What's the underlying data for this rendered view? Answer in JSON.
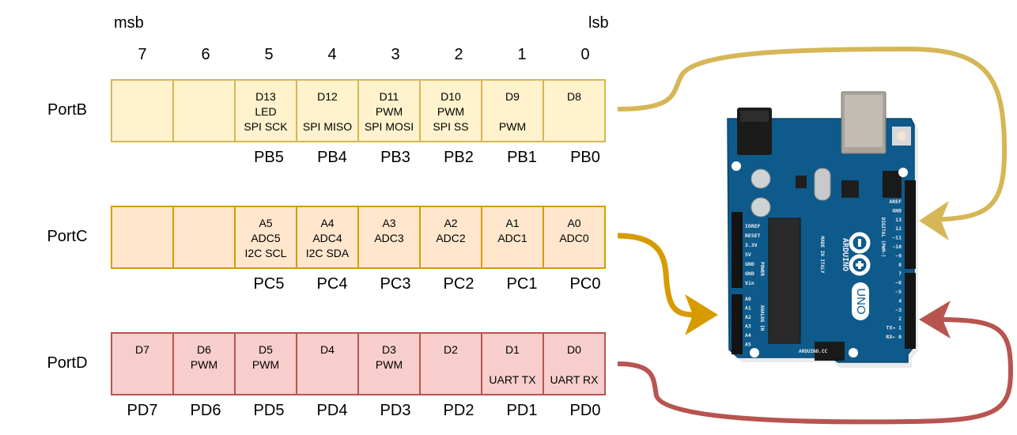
{
  "header": {
    "msb": "msb",
    "lsb": "lsb",
    "bits": [
      "7",
      "6",
      "5",
      "4",
      "3",
      "2",
      "1",
      "0"
    ]
  },
  "ports": [
    {
      "name": "PortB",
      "fill": "#fff2cc",
      "stroke": "#d6b656",
      "cells": [
        [],
        [],
        [
          "D13",
          "LED",
          "SPI SCK"
        ],
        [
          "D12",
          "",
          "SPI MISO"
        ],
        [
          "D11",
          "PWM",
          "SPI MOSI"
        ],
        [
          "D10",
          "PWM",
          "SPI SS"
        ],
        [
          "D9",
          "",
          "PWM"
        ],
        [
          "D8"
        ]
      ],
      "pins": [
        "",
        "",
        "PB5",
        "PB4",
        "PB3",
        "PB2",
        "PB1",
        "PB0"
      ]
    },
    {
      "name": "PortC",
      "fill": "#ffe6cc",
      "stroke": "#d79b00",
      "cells": [
        [],
        [],
        [
          "A5",
          "ADC5",
          "I2C SCL"
        ],
        [
          "A4",
          "ADC4",
          "I2C SDA"
        ],
        [
          "A3",
          "ADC3"
        ],
        [
          "A2",
          "ADC2"
        ],
        [
          "A1",
          "ADC1"
        ],
        [
          "A0",
          "ADC0"
        ]
      ],
      "pins": [
        "",
        "",
        "PC5",
        "PC4",
        "PC3",
        "PC2",
        "PC1",
        "PC0"
      ]
    },
    {
      "name": "PortD",
      "fill": "#f8cecc",
      "stroke": "#b85450",
      "cells": [
        [
          "D7"
        ],
        [
          "D6",
          "PWM"
        ],
        [
          "D5",
          "PWM"
        ],
        [
          "D4"
        ],
        [
          "D3",
          "PWM"
        ],
        [
          "D2"
        ],
        [
          "D1",
          "",
          "UART TX"
        ],
        [
          "D0",
          "",
          "UART RX"
        ]
      ],
      "pins": [
        "PD7",
        "PD6",
        "PD5",
        "PD4",
        "PD3",
        "PD2",
        "PD1",
        "PD0"
      ]
    }
  ],
  "board": {
    "name": "Arduino UNO",
    "brand": "ARDUINO",
    "model": "UNO",
    "site": "ARDUINO.CC",
    "made_in": "MADE IN ITALY",
    "digital_label": "DIGITAL (PWM~)",
    "power_label": "POWER",
    "analog_label": "ANALOG IN",
    "power_pins": [
      "IOREF",
      "RESET",
      "3.3V",
      "5V",
      "GND",
      "GND",
      "Vin"
    ],
    "analog_pins": [
      "A0",
      "A1",
      "A2",
      "A3",
      "A4",
      "A5"
    ],
    "digital_pins": [
      "AREF",
      "GND",
      "13",
      "12",
      "~11",
      "~10",
      "~9",
      "8",
      "7",
      "~6",
      "~5",
      "4",
      "~3",
      "2",
      "TX→ 1",
      "RX← 0"
    ],
    "board_color": "#0e5a8a"
  },
  "arrows": [
    {
      "from": "PortB",
      "to": "digital-pins-8-13",
      "color": "#d6b656"
    },
    {
      "from": "PortC",
      "to": "analog-pins",
      "color": "#d79b00"
    },
    {
      "from": "PortD",
      "to": "digital-pins-0-7",
      "color": "#b85450"
    }
  ]
}
